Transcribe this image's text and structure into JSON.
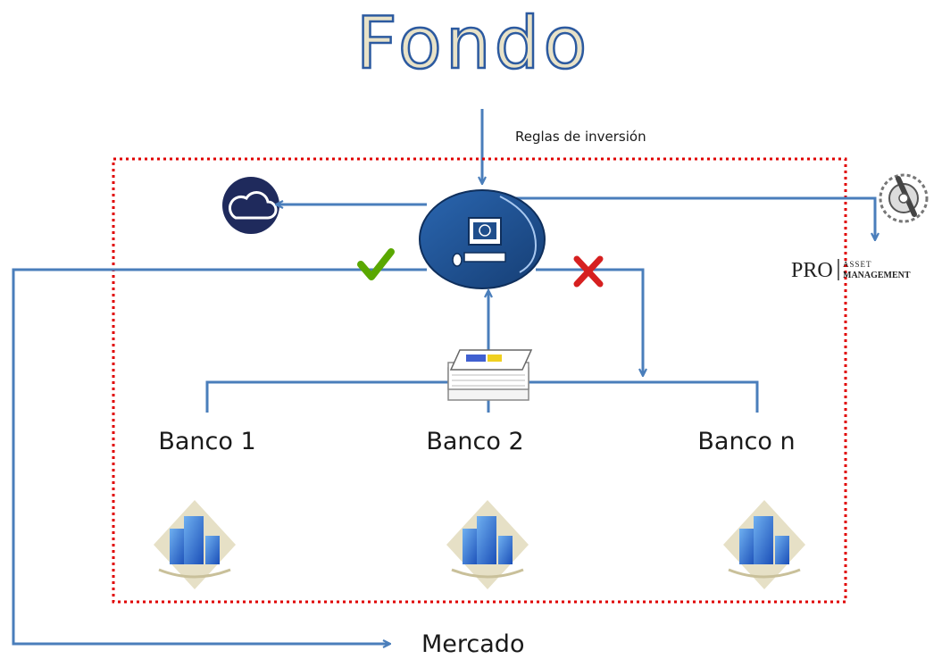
{
  "title": "Fondo",
  "rules_label": "Reglas de inversión",
  "banks": [
    {
      "label": "Banco 1"
    },
    {
      "label": "Banco 2"
    },
    {
      "label": "Banco n"
    }
  ],
  "market_label": "Mercado",
  "logo": {
    "brand": "PRO",
    "line1": "ASSET",
    "line2": "MANAGEMENT"
  },
  "icons": [
    "cloud-icon",
    "computer-icon",
    "approve-check-icon",
    "reject-x-icon",
    "documents-stack-icon",
    "bank-building-icon",
    "gear-logo-icon"
  ],
  "colors": {
    "arrow": "#4a7ebb",
    "border_dotted": "#e00000",
    "title_fill": "#e8e2c8",
    "title_stroke": "#2c5aa0",
    "cloud_circle": "#1f2a5c",
    "computer_circle": "#1f4e8c",
    "check": "#5aa800",
    "cross": "#d62020"
  }
}
